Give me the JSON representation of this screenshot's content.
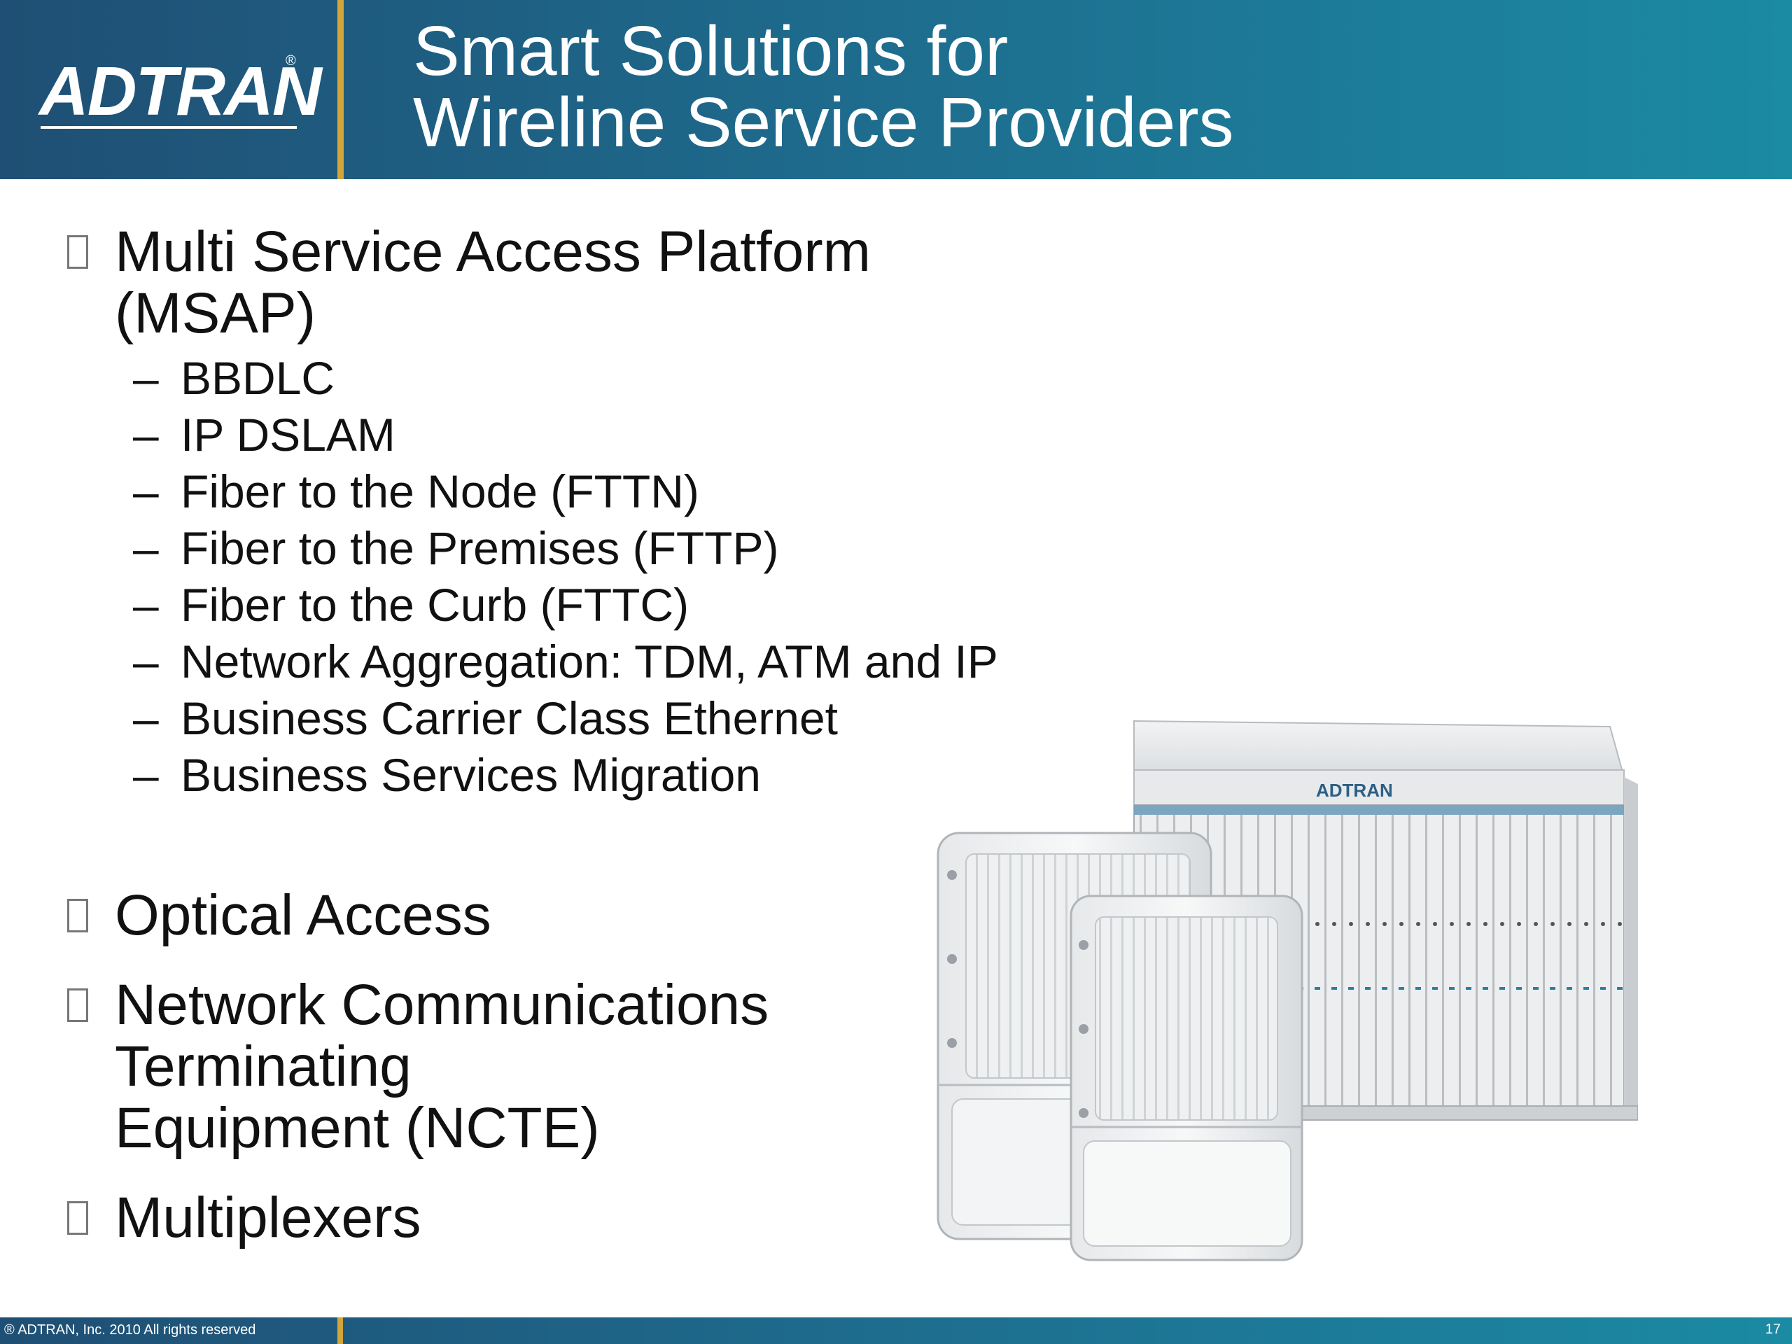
{
  "header": {
    "logo_text": "ADTRAN",
    "logo_reg": "®",
    "title_line1": "Smart Solutions for",
    "title_line2": "Wireline Service Providers"
  },
  "content": {
    "bullet1_line1": "Multi Service Access Platform",
    "bullet1_line2": "(MSAP)",
    "sub_items": [
      "BBDLC",
      "IP DSLAM",
      "Fiber to the Node (FTTN)",
      "Fiber to the Premises (FTTP)",
      "Fiber to the Curb (FTTC)",
      "Network Aggregation: TDM, ATM and IP",
      "Business Carrier Class Ethernet",
      "Business Services Migration"
    ],
    "dash": "–",
    "bullet2": "Optical Access",
    "bullet3_line1": "Network Communications",
    "bullet3_line2": "Terminating",
    "bullet3_line3": "Equipment (NCTE)",
    "bullet4": "Multiplexers"
  },
  "product": {
    "chassis_logo": "ADTRAN"
  },
  "footer": {
    "copyright": "® ADTRAN, Inc. 2010 All rights reserved",
    "page_number": "17"
  },
  "colors": {
    "header_dark": "#1f4f74",
    "header_light": "#1b8aa3",
    "accent_gold": "#d0a53a"
  }
}
